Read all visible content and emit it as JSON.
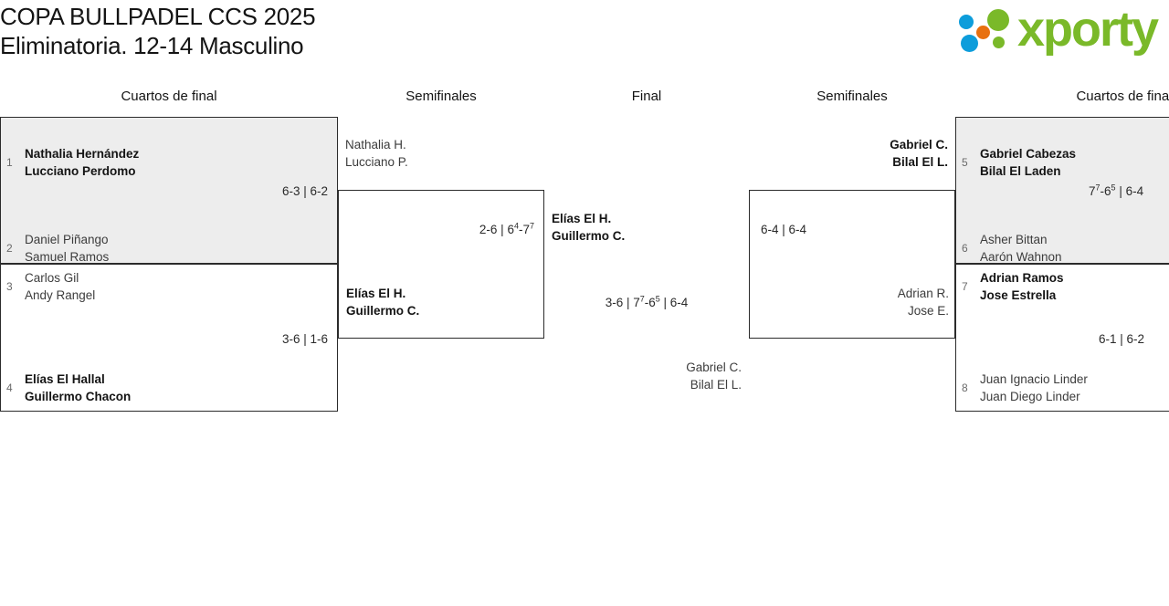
{
  "header": {
    "title_line1": "COPA BULLPADEL CCS 2025",
    "title_line2": "Eliminatoria. 12-14 Masculino",
    "logo": {
      "wordmark": "xporty",
      "colors": {
        "green": "#7ab929",
        "blue": "#0d9ddb",
        "orange": "#e8700f"
      }
    }
  },
  "columns": {
    "qf_left": "Cuartos de final",
    "sf_left": "Semifinales",
    "final": "Final",
    "sf_right": "Semifinales",
    "qf_right": "Cuartos de final"
  },
  "bracket": {
    "qf_left": [
      {
        "shaded": true,
        "score": {
          "pre": "6-3 | 6-2"
        },
        "top": {
          "seed": "1",
          "line1": "Nathalia Hernández",
          "line2": "Lucciano Perdomo",
          "winner": true
        },
        "bottom": {
          "seed": "2",
          "line1": "Daniel Piñango",
          "line2": "Samuel Ramos",
          "winner": false
        }
      },
      {
        "shaded": false,
        "score": {
          "pre": "3-6 | 1-6"
        },
        "top": {
          "seed": "3",
          "line1": "Carlos Gil",
          "line2": "Andy Rangel",
          "winner": false
        },
        "bottom": {
          "seed": "4",
          "line1": "Elías El Hallal",
          "line2": "Guillermo Chacon",
          "winner": true
        }
      }
    ],
    "sf_left": {
      "score": {
        "pre": "2-6 | 6",
        "sup1": "4",
        "mid": "-7",
        "sup2": "7",
        "post": ""
      },
      "score_text": "2-6 | 6⁴-7⁷",
      "top": {
        "line1": "Nathalia H.",
        "line2": "Lucciano P.",
        "winner": false
      },
      "bottom": {
        "line1": "Elías El H.",
        "line2": "Guillermo C.",
        "winner": true
      }
    },
    "final": {
      "score": {
        "pre": "3-6 | 7",
        "sup1": "7",
        "mid": "-6",
        "sup2": "5",
        "post": " | 6-4"
      },
      "score_text": "3-6 | 7⁷-6⁵ | 6-4",
      "top": {
        "line1": "Elías El H.",
        "line2": "Guillermo C.",
        "winner": true
      },
      "bottom": {
        "line1": "Gabriel C.",
        "line2": "Bilal El L.",
        "winner": false
      }
    },
    "sf_right": {
      "score": {
        "pre": "6-4 | 6-4"
      },
      "score_text": "6-4 | 6-4",
      "top": {
        "line1": "Gabriel C.",
        "line2": "Bilal El L.",
        "winner": true
      },
      "bottom": {
        "line1": "Adrian R.",
        "line2": "Jose E.",
        "winner": false
      }
    },
    "qf_right": [
      {
        "shaded": true,
        "score": {
          "pre": "7",
          "sup1": "7",
          "mid": "-6",
          "sup2": "5",
          "post": " | 6-4"
        },
        "score_text": "7⁷-6⁵ | 6-4",
        "top": {
          "seed": "5",
          "line1": "Gabriel Cabezas",
          "line2": "Bilal El Laden",
          "winner": true
        },
        "bottom": {
          "seed": "6",
          "line1": "Asher Bittan",
          "line2": "Aarón Wahnon",
          "winner": false
        }
      },
      {
        "shaded": false,
        "score": {
          "pre": "6-1 | 6-2"
        },
        "score_text": "6-1 | 6-2",
        "top": {
          "seed": "7",
          "line1": "Adrian Ramos",
          "line2": "Jose Estrella",
          "winner": true
        },
        "bottom": {
          "seed": "8",
          "line1": "Juan Ignacio Linder",
          "line2": "Juan Diego Linder",
          "winner": false
        }
      }
    ]
  }
}
